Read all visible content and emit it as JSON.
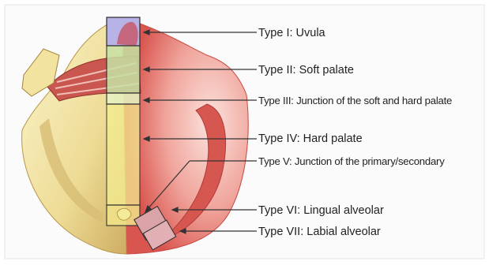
{
  "figure": {
    "labels": [
      {
        "id": "type-1",
        "text": "Type I: Uvula"
      },
      {
        "id": "type-2",
        "text": "Type II: Soft palate"
      },
      {
        "id": "type-3",
        "text": "Type III: Junction of the soft and hard palate"
      },
      {
        "id": "type-4",
        "text": "Type IV: Hard palate"
      },
      {
        "id": "type-5",
        "text": "Type V: Junction of the primary/secondary"
      },
      {
        "id": "type-6",
        "text": "Type VI: Lingual alveolar"
      },
      {
        "id": "type-7",
        "text": "Type VII: Labial alveolar"
      }
    ]
  },
  "colors": {
    "gum": "#e8817a",
    "gum_light": "#f6c8c0",
    "bone": "#f1e6a6",
    "bone_shadow": "#d9c178",
    "zone_uvula": "#b9b6e3",
    "zone_soft": "#c7e0a8",
    "zone_hard": "#f3ec8c",
    "outline": "#2a2a2a",
    "pointer": "#333333"
  }
}
